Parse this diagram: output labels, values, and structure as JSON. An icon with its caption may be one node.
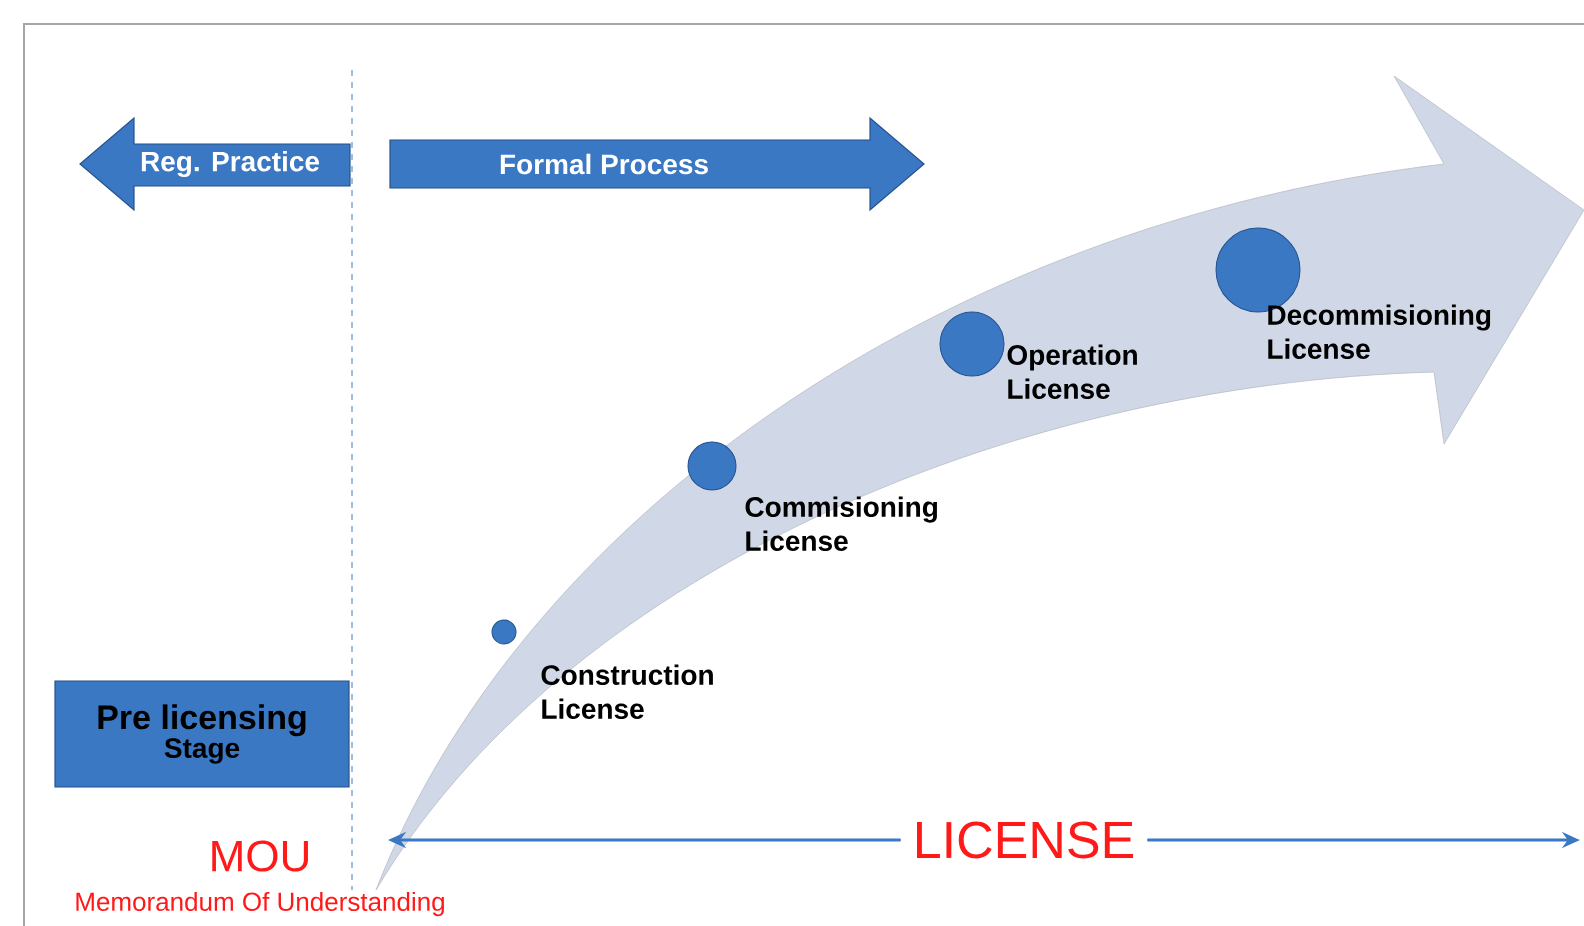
{
  "diagram": {
    "nodes": [
      {
        "text": [
          "Reg. Practice"
        ]
      },
      {
        "text": [
          "Formal Process"
        ]
      },
      {
        "text": [
          "Pre licensing",
          "Stage"
        ]
      },
      {
        "text": [],
        "shape": "circle",
        "beside": [
          "Construction License"
        ]
      },
      {
        "text": [],
        "shape": "circle",
        "beside": [
          "Commisioning License"
        ]
      },
      {
        "text": [],
        "shape": "circle",
        "beside": [
          "Operation License"
        ]
      },
      {
        "text": [],
        "shape": "circle",
        "beside": [
          "Decommisioning License"
        ]
      }
    ],
    "labels": [
      "MOU",
      "Memorandum Of Understanding",
      "LICENSE"
    ]
  }
}
